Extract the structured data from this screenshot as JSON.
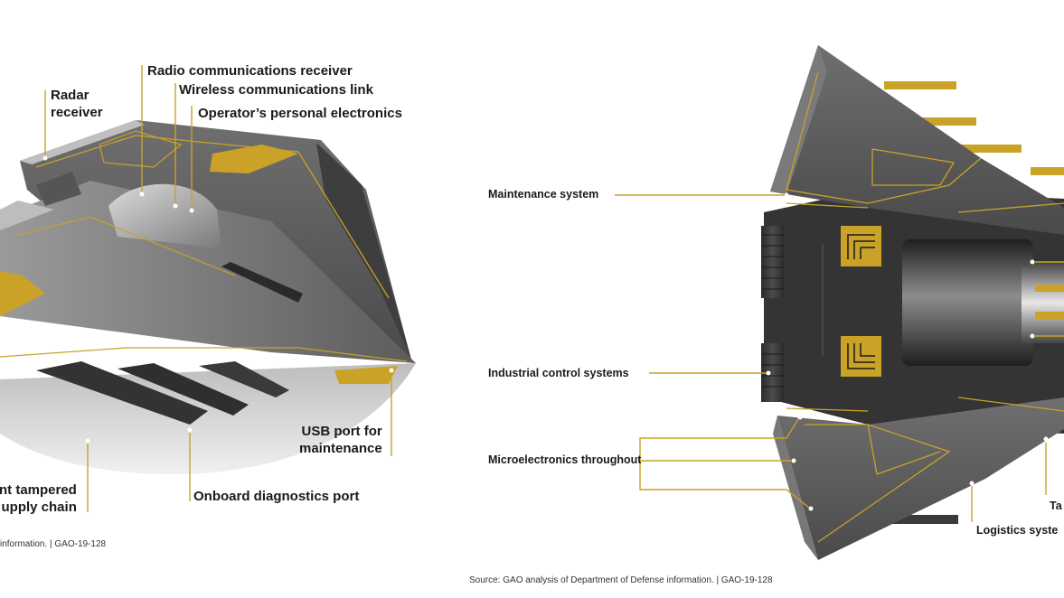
{
  "left_panel": {
    "labels": {
      "radar_line1": "Radar",
      "radar_line2": "receiver",
      "radio": "Radio communications receiver",
      "wireless": "Wireless communications link",
      "operator": "Operator’s personal electronics",
      "usb_line1": "USB port for",
      "usb_line2": "maintenance",
      "onboard": "Onboard diagnostics port",
      "tampered_line1": "nt tampered",
      "tampered_line2": "upply chain"
    },
    "source": "information.  |  GAO-19-128"
  },
  "right_panel": {
    "labels": {
      "maintenance": "Maintenance system",
      "industrial": "Industrial control systems",
      "microelectronics": "Microelectronics throughout",
      "logistics": "Logistics syste",
      "ta": "Ta"
    },
    "source": "Source: GAO analysis of Department of Defense information.  |  GAO-19-128"
  },
  "colors": {
    "accent_gold": "#c9a227",
    "hull_gray": "#8a8a8a",
    "hull_dark": "#3a3a3a",
    "leader_gold": "#c9a227"
  }
}
